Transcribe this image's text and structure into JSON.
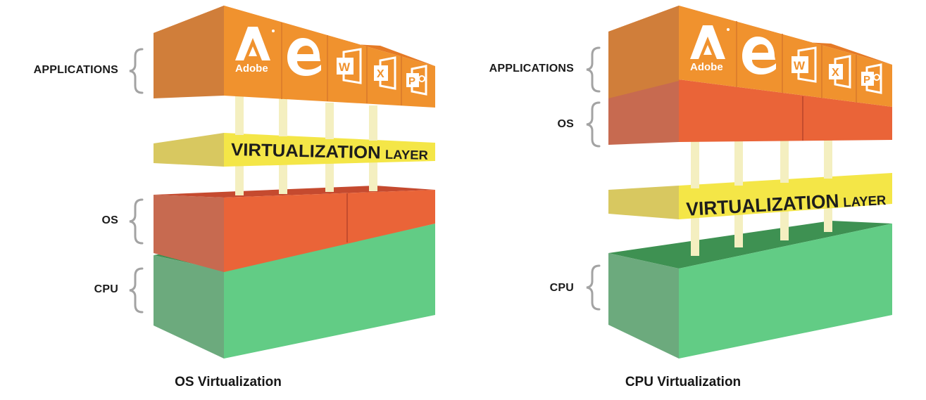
{
  "left_diagram": {
    "caption": "OS Virtualization",
    "labels": {
      "applications": "APPLICATIONS",
      "os": "OS",
      "cpu": "CPU"
    },
    "layer_text": {
      "big": "VIRTUALIZATION",
      "small": "LAYER"
    }
  },
  "right_diagram": {
    "caption": "CPU Virtualization",
    "labels": {
      "applications": "APPLICATIONS",
      "os": "OS",
      "cpu": "CPU"
    },
    "layer_text": {
      "big": "VIRTUALIZATION",
      "small": "LAYER"
    }
  },
  "app_icons": [
    {
      "name": "adobe-icon",
      "text": "Adobe"
    },
    {
      "name": "edge-icon",
      "text": ""
    },
    {
      "name": "word-icon",
      "text": "W"
    },
    {
      "name": "excel-icon",
      "text": "X"
    },
    {
      "name": "powerpoint-icon",
      "text": "P"
    }
  ],
  "colors": {
    "apps_front": "#f0922e",
    "apps_side": "#d07e3a",
    "apps_top": "#e57a26",
    "os_front": "#ea6438",
    "os_side": "#c76a50",
    "os_top": "#c54a2f",
    "cpu_front": "#62cc85",
    "cpu_side": "#6caa7d",
    "cpu_top": "#3e9152",
    "virt_front": "#f4e647",
    "virt_side": "#d8c860",
    "post": "#f4efc0",
    "brace": "#a3a3a3"
  }
}
